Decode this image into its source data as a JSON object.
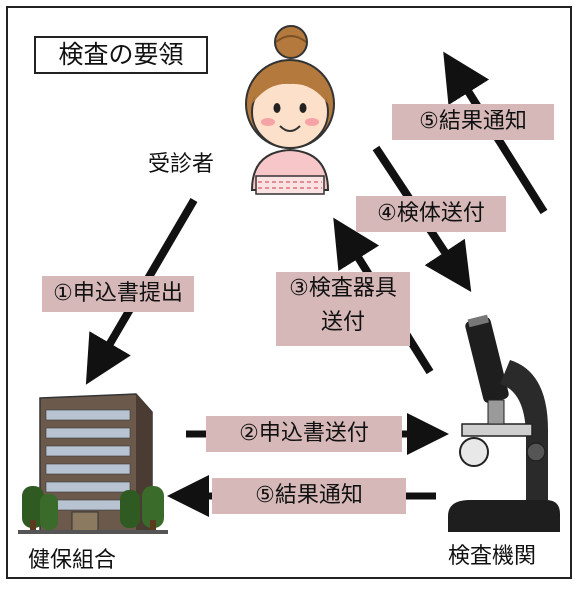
{
  "title": "検査の要領",
  "actors": {
    "examinee": "受診者",
    "insurer": "健保組合",
    "lab": "検査機関"
  },
  "steps": {
    "s1": "①申込書提出",
    "s2": "②申込書送付",
    "s3_line1": "③検査器具",
    "s3_line2": "送付",
    "s4": "④検体送付",
    "s5_top": "⑤結果通知",
    "s5_bottom": "⑤結果通知"
  },
  "colors": {
    "label_bg": "#d6b8b8",
    "arrow": "#111111",
    "apron": "#f7c6c9"
  }
}
